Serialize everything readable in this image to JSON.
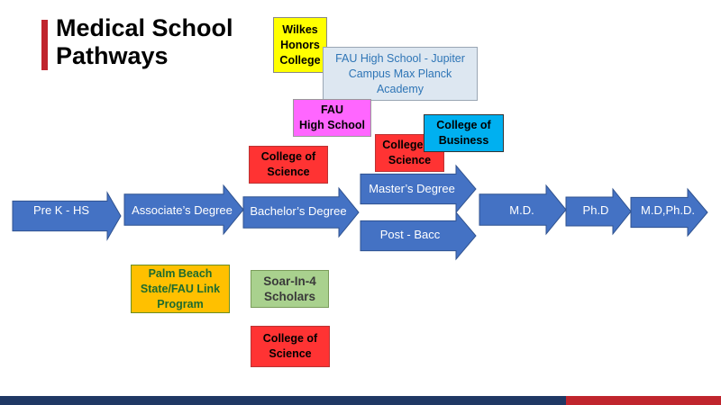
{
  "title": {
    "line1": "Medical School",
    "line2": "Pathways"
  },
  "colors": {
    "arrow_fill": "#4472C4",
    "arrow_stroke": "#2F528F",
    "title_accent": "#C0252D",
    "red_box": "#FF3333",
    "yellow_box": "#FFFF00",
    "magenta_box": "#FF66FF",
    "light_blue_box": "#DDE7F1",
    "cyan_box": "#00B0F0",
    "gold_box": "#FFC000",
    "green_box": "#A9D18E",
    "footer_blue": "#1F3864",
    "footer_red": "#C0252D"
  },
  "arrows": {
    "prek": "Pre K - HS",
    "associate": "Associate’s Degree",
    "bachelor": "Bachelor’s Degree",
    "masters": "Master’s Degree",
    "postbacc": "Post - Bacc",
    "md": "M.D.",
    "phd": "Ph.D",
    "mdphd": "M.D,Ph.D."
  },
  "boxes": {
    "wilkes": [
      "Wilkes",
      "Honors",
      "College"
    ],
    "fau_hs_jupiter": [
      "FAU High School - Jupiter",
      "Campus Max Planck",
      "Academy"
    ],
    "fau_hs": [
      "FAU",
      "High School"
    ],
    "college_business": [
      "College of",
      "Business"
    ],
    "college_science_top": [
      "College of",
      "Science"
    ],
    "college_science_mid": [
      "College of",
      "Science"
    ],
    "palm_beach": [
      "Palm Beach",
      "State/FAU Link",
      "Program"
    ],
    "soar": [
      "Soar-In-4",
      "Scholars"
    ],
    "college_science_bottom": [
      "College of",
      "Science"
    ]
  }
}
